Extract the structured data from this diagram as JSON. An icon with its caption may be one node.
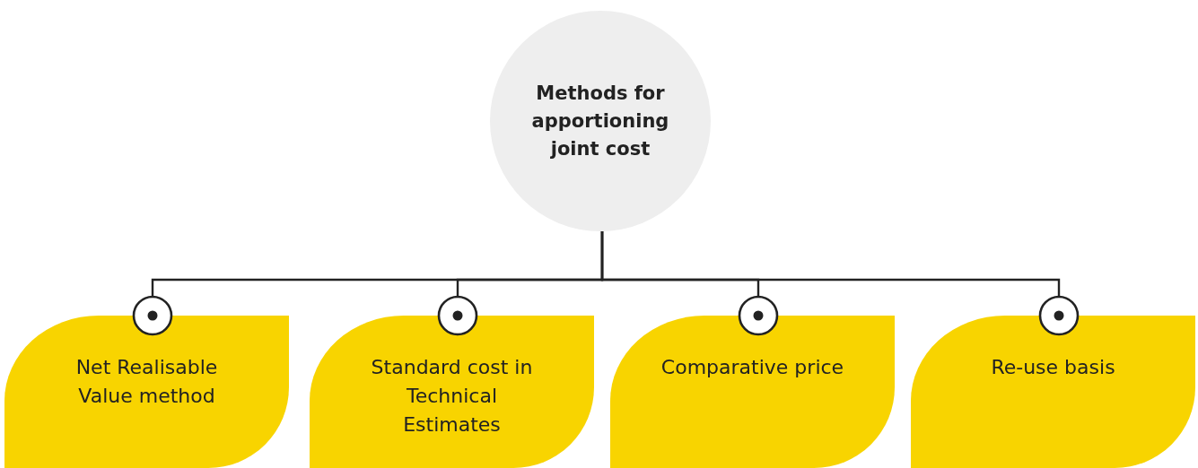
{
  "diagram": {
    "nodes": [
      {
        "text": [
          "Methods for apportioning joint cost"
        ]
      },
      {
        "text": [
          "Net Realisable Value method"
        ]
      },
      {
        "text": [
          "Standard cost in Technical Estimates"
        ]
      },
      {
        "text": [
          "Comparative price"
        ]
      },
      {
        "text": [
          "Re-use basis"
        ]
      }
    ],
    "edges": [
      {
        "from": 0,
        "to": 1,
        "arrow": "other"
      },
      {
        "from": 0,
        "to": 2,
        "arrow": "other"
      },
      {
        "from": 0,
        "to": 3,
        "arrow": "other"
      },
      {
        "from": 0,
        "to": 4,
        "arrow": "other"
      }
    ]
  }
}
